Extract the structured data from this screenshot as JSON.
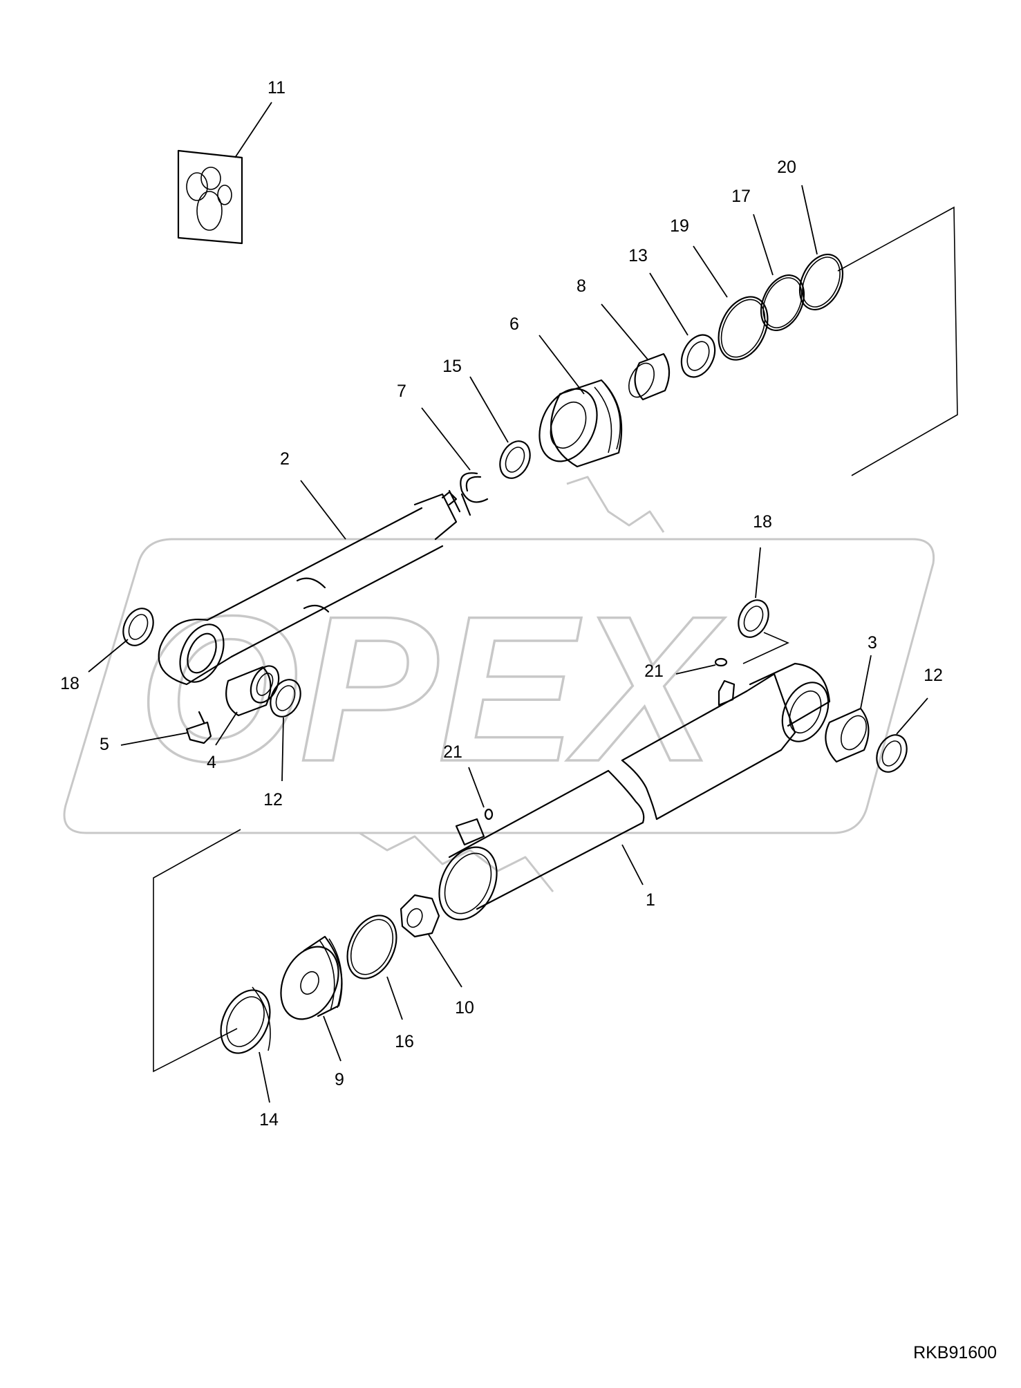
{
  "watermark": {
    "text": "OPEX"
  },
  "drawing_code": "RKB91600",
  "callouts": [
    {
      "id": "c11",
      "label": "11"
    },
    {
      "id": "c20",
      "label": "20"
    },
    {
      "id": "c17",
      "label": "17"
    },
    {
      "id": "c19",
      "label": "19"
    },
    {
      "id": "c13",
      "label": "13"
    },
    {
      "id": "c8",
      "label": "8"
    },
    {
      "id": "c6",
      "label": "6"
    },
    {
      "id": "c15",
      "label": "15"
    },
    {
      "id": "c7",
      "label": "7"
    },
    {
      "id": "c2",
      "label": "2"
    },
    {
      "id": "c18a",
      "label": "18"
    },
    {
      "id": "c18b",
      "label": "18"
    },
    {
      "id": "c21a",
      "label": "21"
    },
    {
      "id": "c3",
      "label": "3"
    },
    {
      "id": "c12a",
      "label": "12"
    },
    {
      "id": "c5",
      "label": "5"
    },
    {
      "id": "c4",
      "label": "4"
    },
    {
      "id": "c12b",
      "label": "12"
    },
    {
      "id": "c21b",
      "label": "21"
    },
    {
      "id": "c1",
      "label": "1"
    },
    {
      "id": "c10",
      "label": "10"
    },
    {
      "id": "c16",
      "label": "16"
    },
    {
      "id": "c9",
      "label": "9"
    },
    {
      "id": "c14",
      "label": "14"
    }
  ]
}
